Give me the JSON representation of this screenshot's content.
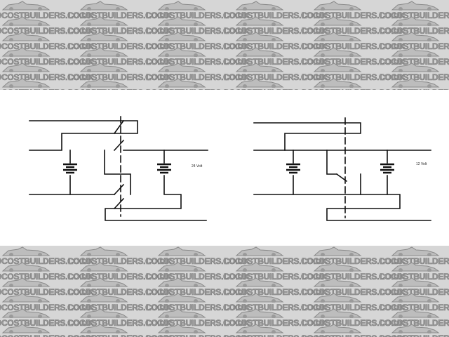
{
  "watermark": {
    "text": "LOCOSTBUILDERS.CO.UK",
    "icon": "car-silhouette-icon",
    "color": "#9a9a9a"
  },
  "circuits": [
    {
      "id": "series",
      "voltage_label": "24 Volt"
    },
    {
      "id": "parallel",
      "voltage_label": "12 Volt"
    }
  ]
}
